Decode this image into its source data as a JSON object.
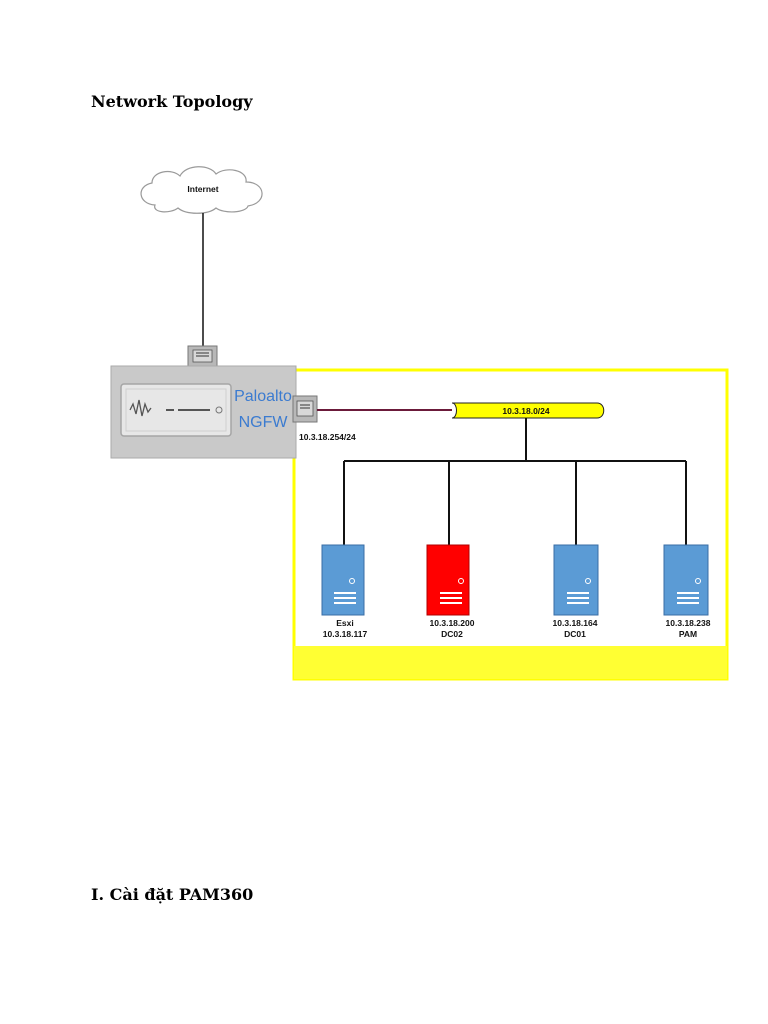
{
  "page": {
    "title": "Network Topology",
    "section_heading": "I. Cài đặt PAM360"
  },
  "diagram": {
    "internet_label": "Internet",
    "firewall": {
      "line1": "Paloalto",
      "line2": "NGFW"
    },
    "firewall_interface_ip": "10.3.18.254/24",
    "subnet_label": "10.3.18.0/24",
    "servers": [
      {
        "line1": "Esxi",
        "line2": "10.3.18.117",
        "color": "#5b9bd5"
      },
      {
        "line1": "10.3.18.200",
        "line2": "DC02",
        "color": "#ff0000"
      },
      {
        "line1": "10.3.18.164",
        "line2": "DC01",
        "color": "#5b9bd5"
      },
      {
        "line1": "10.3.18.238",
        "line2": "PAM",
        "color": "#5b9bd5"
      }
    ],
    "colors": {
      "zone_border": "#ffff00",
      "zone_footer": "#ffff33",
      "subnet_bus": "#ffff00",
      "link_line": "#6b1a3a"
    }
  }
}
